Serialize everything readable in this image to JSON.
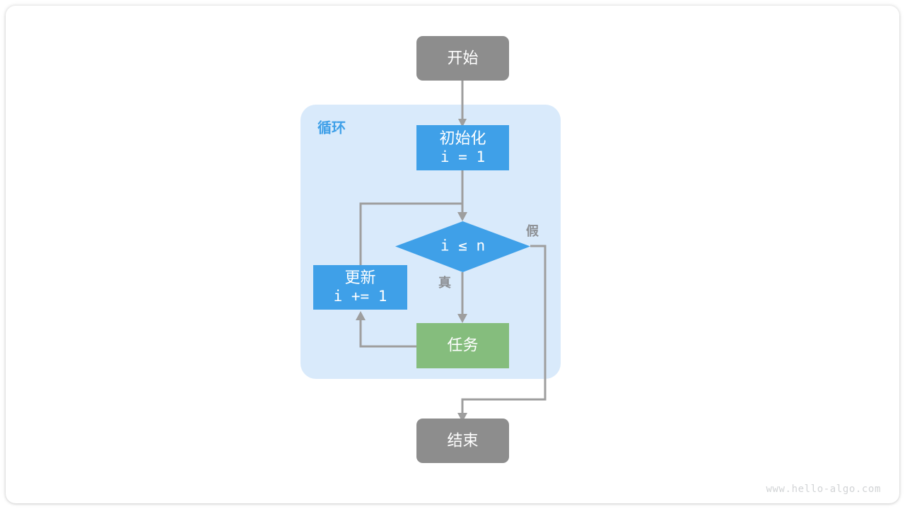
{
  "diagram": {
    "title": "for-loop-flowchart",
    "colors": {
      "start_end_fill": "#8d8d8d",
      "process_fill": "#3fa0e8",
      "task_fill": "#85bd7d",
      "group_fill": "#d9eafb",
      "edge_stroke": "#9e9e9e",
      "label_gray": "#8d9094",
      "group_label_blue": "#3fa0e8",
      "watermark": "#d2d4d6",
      "canvas": "#ffffff"
    },
    "group": {
      "label": "循环"
    },
    "nodes": {
      "start": {
        "label": "开始"
      },
      "init": {
        "line1": "初始化",
        "line2": "i = 1"
      },
      "condition": {
        "label": "i ≤ n"
      },
      "task": {
        "label": "任务"
      },
      "update": {
        "line1": "更新",
        "line2": "i += 1"
      },
      "end": {
        "label": "结束"
      }
    },
    "edge_labels": {
      "true": "真",
      "false": "假"
    },
    "watermark": "www.hello-algo.com"
  }
}
